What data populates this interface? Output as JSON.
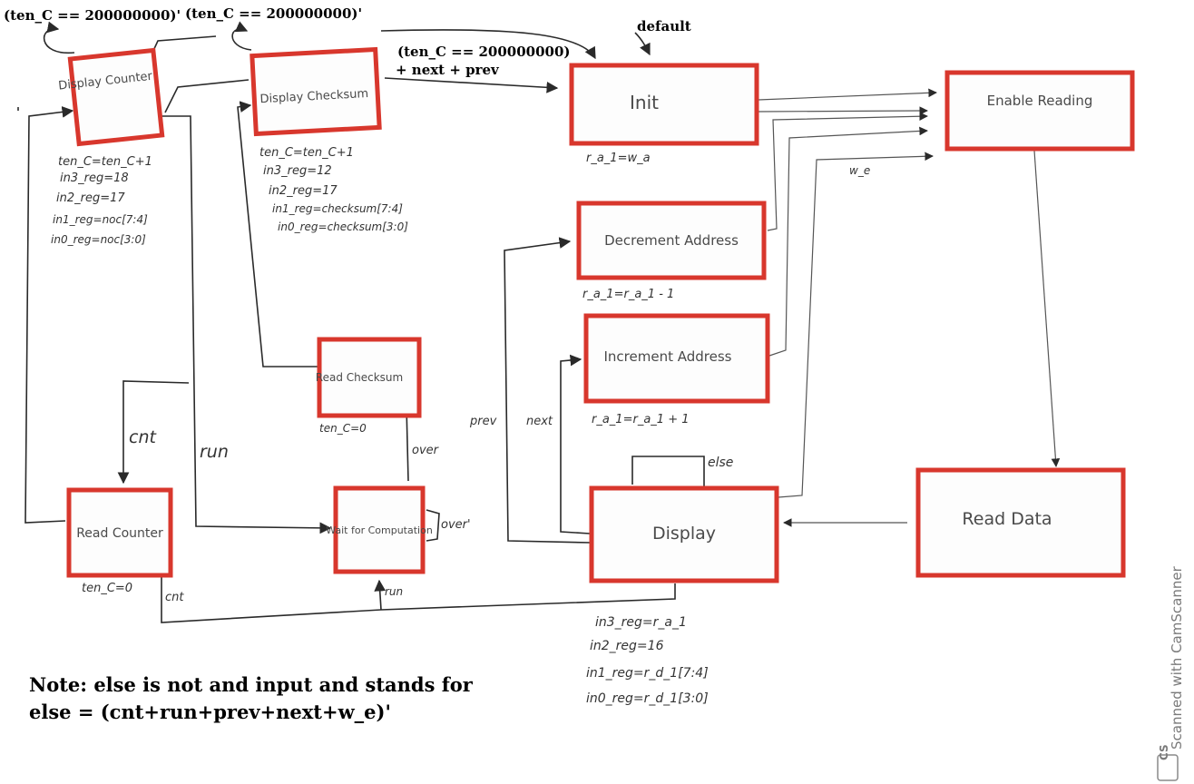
{
  "states": {
    "display_counter": "Display Counter",
    "display_checksum": "Display Checksum",
    "init": "Init",
    "enable_reading": "Enable Reading",
    "decrement_address": "Decrement Address",
    "increment_address": "Increment Address",
    "read_checksum": "Read Checksum",
    "read_counter": "Read Counter",
    "wait_computation": "Wait for Computation",
    "display": "Display",
    "read_data": "Read Data"
  },
  "transitions": {
    "t1": "(ten_C == 200000000)'",
    "t2": "(ten_C == 200000000)'",
    "t3a": "(ten_C == 200000000)",
    "t3b": "+ next + prev",
    "default": "default",
    "cnt_left": "cnt",
    "run_left": "run",
    "prev": "prev",
    "next": "next",
    "over": "over",
    "over_not": "over'",
    "else": "else",
    "w_e": "w_e",
    "cnt_bottom": "cnt",
    "run_bottom": "run"
  },
  "actions": {
    "display_counter": [
      "ten_C=ten_C+1",
      "in3_reg=18",
      "in2_reg=17",
      "in1_reg=noc[7:4]",
      "in0_reg=noc[3:0]"
    ],
    "display_checksum": [
      "ten_C=ten_C+1",
      "in3_reg=12",
      "in2_reg=17",
      "in1_reg=checksum[7:4]",
      "in0_reg=checksum[3:0]"
    ],
    "init": "r_a_1=w_a",
    "decrement": "r_a_1=r_a_1 - 1",
    "increment": "r_a_1=r_a_1 + 1",
    "read_checksum": "ten_C=0",
    "read_counter": "ten_C=0",
    "display": [
      "in3_reg=r_a_1",
      "in2_reg=16",
      "in1_reg=r_d_1[7:4]",
      "in0_reg=r_d_1[3:0]"
    ]
  },
  "note": {
    "line1": "Note: else is not and input and stands for",
    "line2": "else = (cnt+run+prev+next+w_e)'"
  },
  "watermark": {
    "text": "Scanned with CamScanner",
    "logo": "CS"
  },
  "colors": {
    "state_border": "#d8372d",
    "ink": "#2a2a2a"
  }
}
